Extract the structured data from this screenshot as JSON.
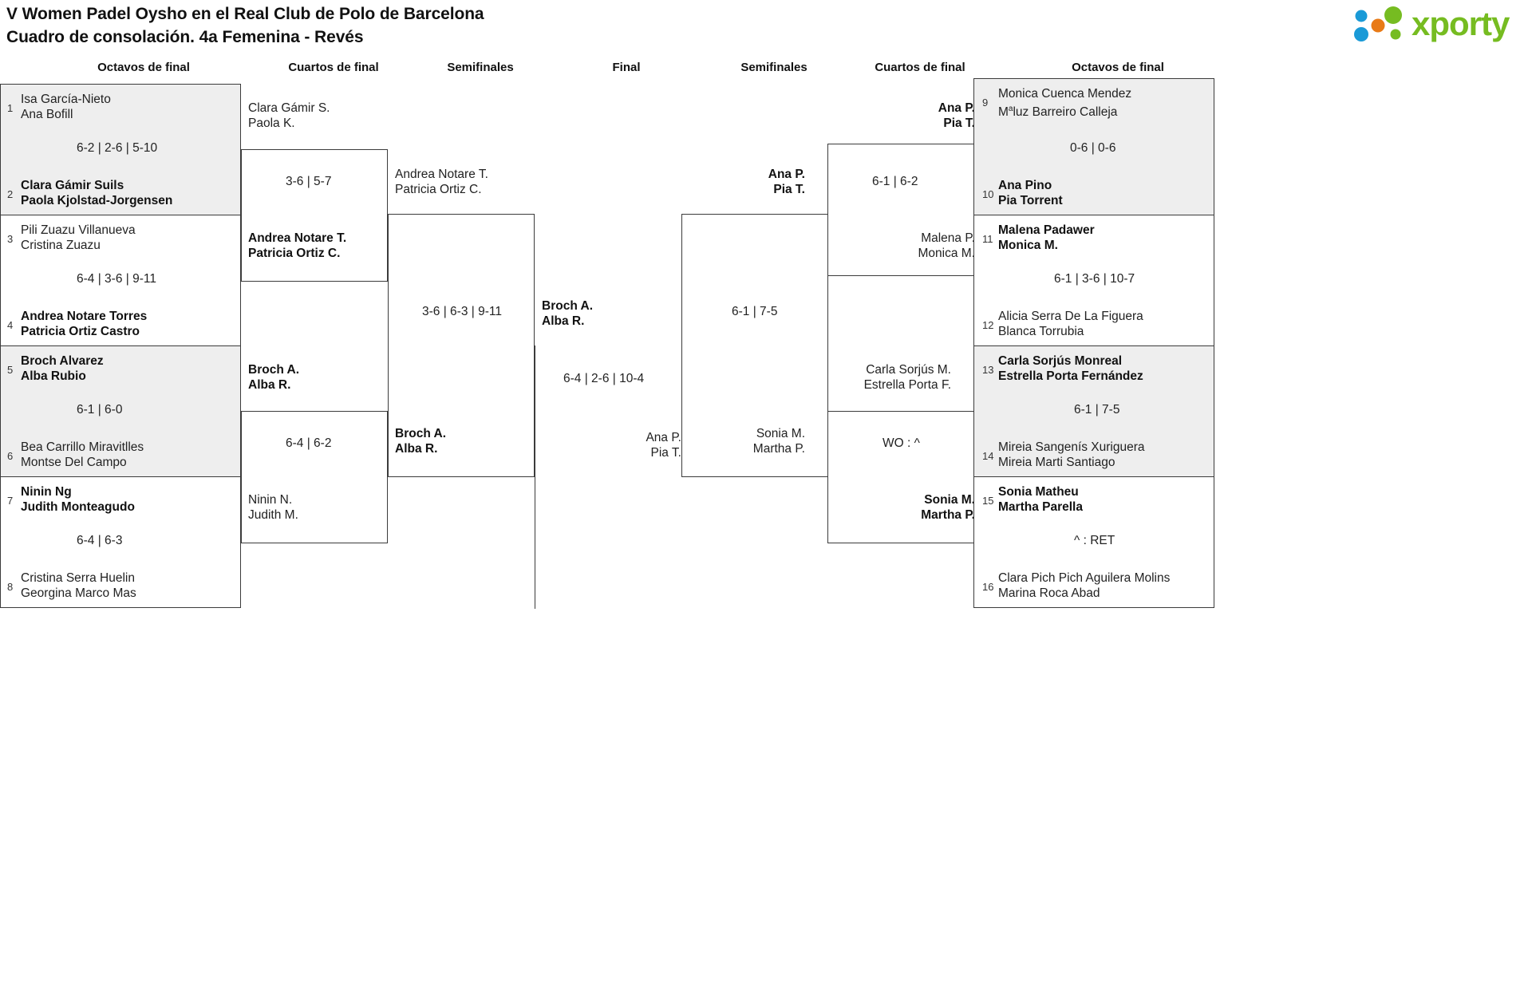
{
  "header": {
    "title_line1": "V Women Padel Oysho en el Real Club de Polo de Barcelona",
    "title_line2": "Cuadro de consolación. 4a Femenina - Revés",
    "logo_text": "xporty",
    "logo_colors": {
      "blue": "#1a9ad7",
      "orange": "#e87a16",
      "green": "#76bc21",
      "word": "#76bc21"
    }
  },
  "column_headers": [
    {
      "label": "Octavos de final"
    },
    {
      "label": "Cuartos de final"
    },
    {
      "label": "Semifinales"
    },
    {
      "label": "Final"
    },
    {
      "label": "Semifinales"
    },
    {
      "label": "Cuartos de final"
    },
    {
      "label": "Octavos de final"
    }
  ],
  "bracket": {
    "left": {
      "round16": [
        {
          "seed_top": "1",
          "top_p1": "Isa García-Nieto",
          "top_p2": "Ana Bofill",
          "top_winner": false,
          "seed_bottom": "2",
          "bottom_p1": "Clara Gámir Suils",
          "bottom_p2": "Paola Kjolstad-Jorgensen",
          "bottom_winner": true,
          "score": "6-2 | 2-6 | 5-10"
        },
        {
          "seed_top": "3",
          "top_p1": "Pili Zuazu Villanueva",
          "top_p2": "Cristina Zuazu",
          "top_winner": false,
          "seed_bottom": "4",
          "bottom_p1": "Andrea Notare Torres",
          "bottom_p2": "Patricia Ortiz Castro",
          "bottom_winner": true,
          "score": "6-4 | 3-6 | 9-11"
        },
        {
          "seed_top": "5",
          "top_p1": "Broch Alvarez",
          "top_p2": "Alba Rubio",
          "top_winner": true,
          "seed_bottom": "6",
          "bottom_p1": "Bea Carrillo Miravitlles",
          "bottom_p2": "Montse Del Campo",
          "bottom_winner": false,
          "score": "6-1 | 6-0"
        },
        {
          "seed_top": "7",
          "top_p1": "Ninin Ng",
          "top_p2": "Judith Monteagudo",
          "top_winner": true,
          "seed_bottom": "8",
          "bottom_p1": "Cristina Serra Huelin",
          "bottom_p2": "Georgina Marco Mas",
          "bottom_winner": false,
          "score": "6-4 | 6-3"
        }
      ],
      "quarters": [
        {
          "top_p1": "Clara Gámir S.",
          "top_p2": "Paola K.",
          "top_winner": false,
          "bottom_p1": "Andrea Notare T.",
          "bottom_p2": "Patricia Ortiz C.",
          "bottom_winner": true,
          "score": "3-6 | 5-7"
        },
        {
          "top_p1": "Broch A.",
          "top_p2": "Alba R.",
          "top_winner": true,
          "bottom_p1": "Ninin N.",
          "bottom_p2": "Judith M.",
          "bottom_winner": false,
          "score": "6-4 | 6-2"
        }
      ],
      "semis": [
        {
          "top_p1": "Andrea Notare T.",
          "top_p2": "Patricia Ortiz C.",
          "top_winner": false,
          "bottom_p1": "Broch A.",
          "bottom_p2": "Alba R.",
          "bottom_winner": true,
          "score": "3-6 | 6-3 | 9-11"
        }
      ]
    },
    "final": {
      "top_p1": "Broch A.",
      "top_p2": "Alba R.",
      "top_winner": true,
      "bottom_p1": "Ana P.",
      "bottom_p2": "Pia T.",
      "bottom_winner": false,
      "score": "6-4 | 2-6 | 10-4"
    },
    "right": {
      "semis": [
        {
          "top_p1": "Ana P.",
          "top_p2": "Pia T.",
          "top_winner": true,
          "bottom_p1": "Sonia M.",
          "bottom_p2": "Martha P.",
          "bottom_winner": false,
          "score": "6-1 | 7-5"
        }
      ],
      "quarters": [
        {
          "top_p1": "Ana P.",
          "top_p2": "Pia T.",
          "top_winner": true,
          "bottom_p1": "Malena P.",
          "bottom_p2": "Monica M.",
          "bottom_winner": false,
          "score": "6-1 | 6-2"
        },
        {
          "top_p1": "Carla Sorjús M.",
          "top_p2": "Estrella Porta F.",
          "top_winner": false,
          "bottom_p1": "Sonia M.",
          "bottom_p2": "Martha P.",
          "bottom_winner": true,
          "score": "WO : ^"
        }
      ],
      "round16": [
        {
          "seed_top": "9",
          "top_p1": "Monica Cuenca Mendez",
          "top_p2": "Mªluz Barreiro Calleja",
          "top_winner": false,
          "seed_bottom": "10",
          "bottom_p1": "Ana Pino",
          "bottom_p2": "Pia Torrent",
          "bottom_winner": true,
          "score": "0-6 | 0-6"
        },
        {
          "seed_top": "11",
          "top_p1": "Malena Padawer",
          "top_p2": "Monica M.",
          "top_winner": true,
          "seed_bottom": "12",
          "bottom_p1": "Alicia Serra De La Figuera",
          "bottom_p2": "Blanca Torrubia",
          "bottom_winner": false,
          "score": "6-1 | 3-6 | 10-7"
        },
        {
          "seed_top": "13",
          "top_p1": "Carla Sorjús Monreal",
          "top_p2": "Estrella Porta Fernández",
          "top_winner": true,
          "seed_bottom": "14",
          "bottom_p1": "Mireia Sangenís Xuriguera",
          "bottom_p2": "Mireia Marti Santiago",
          "bottom_winner": false,
          "score": "6-1 | 7-5"
        },
        {
          "seed_top": "15",
          "top_p1": "Sonia Matheu",
          "top_p2": "Martha Parella",
          "top_winner": true,
          "seed_bottom": "16",
          "bottom_p1": "Clara Pich Pich Aguilera Molins",
          "bottom_p2": "Marina Roca Abad",
          "bottom_winner": false,
          "score": "^ : RET"
        }
      ]
    }
  }
}
